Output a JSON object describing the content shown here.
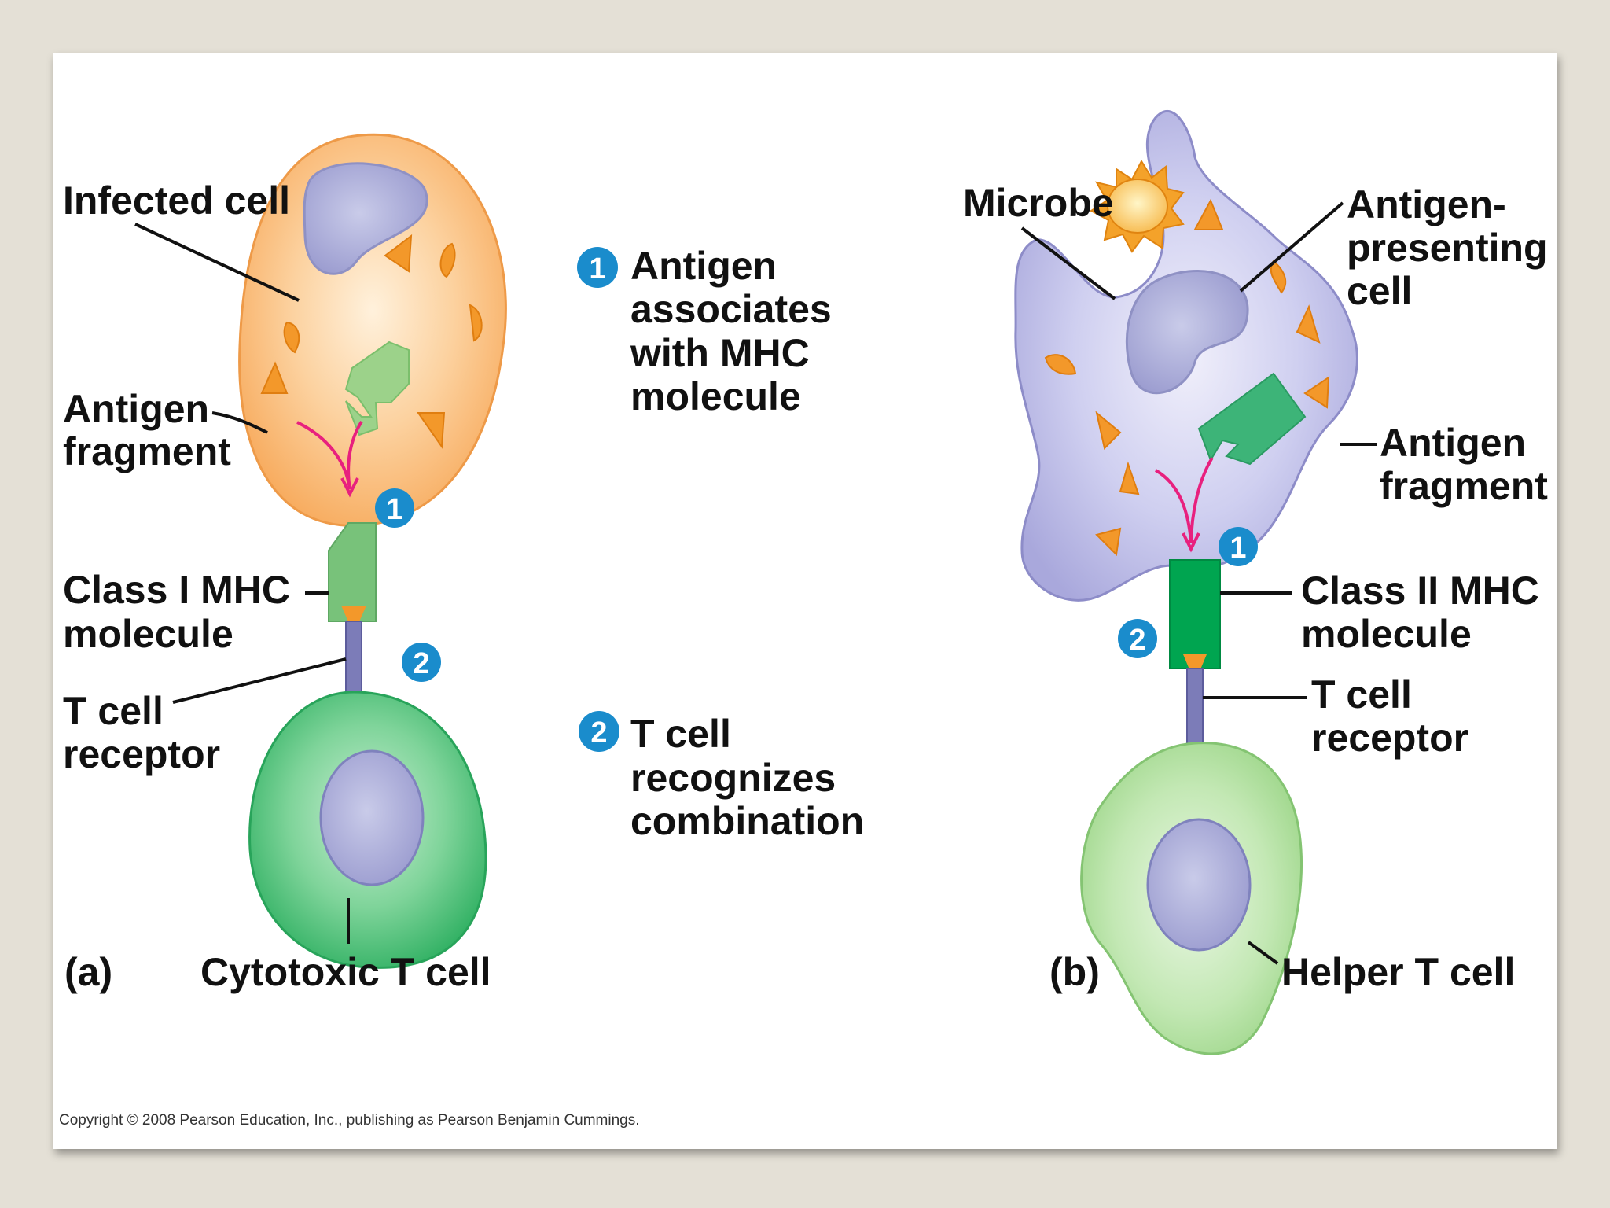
{
  "panel_a": {
    "infected_cell": "Infected cell",
    "antigen_fragment": [
      "Antigen",
      "fragment"
    ],
    "class_mhc": [
      "Class I MHC",
      "molecule"
    ],
    "t_cell_receptor": [
      "T cell",
      "receptor"
    ],
    "t_cell_type": "Cytotoxic T cell",
    "panel_label": "(a)",
    "step1": "1",
    "step2": "2"
  },
  "panel_b": {
    "microbe": "Microbe",
    "apc": [
      "Antigen-",
      "presenting",
      "cell"
    ],
    "antigen_fragment": [
      "Antigen",
      "fragment"
    ],
    "class_mhc": [
      "Class II MHC",
      "molecule"
    ],
    "t_cell_receptor": [
      "T cell",
      "receptor"
    ],
    "t_cell_type": "Helper T cell",
    "panel_label": "(b)",
    "step1": "1",
    "step2": "2"
  },
  "steps": [
    {
      "number": "1",
      "lines": [
        "Antigen",
        "associates",
        "with MHC",
        "molecule"
      ]
    },
    {
      "number": "2",
      "lines": [
        "T cell",
        "recognizes",
        "combination"
      ]
    }
  ],
  "copyright": "Copyright © 2008 Pearson Education, Inc., publishing as Pearson Benjamin Cummings.",
  "colors": {
    "infected_cell": "#f8b570",
    "apc": "#b7b6e3",
    "cytotoxic_t": "#4fc27a",
    "helper_t": "#a8dc96",
    "nucleus": "#a7a8d6",
    "antigen": "#f3982a",
    "mhc_class1": "#78c27a",
    "mhc_class2": "#00a550",
    "tcr": "#7c7cb8",
    "step_badge": "#1a8ccc",
    "arrow": "#e8207e"
  }
}
